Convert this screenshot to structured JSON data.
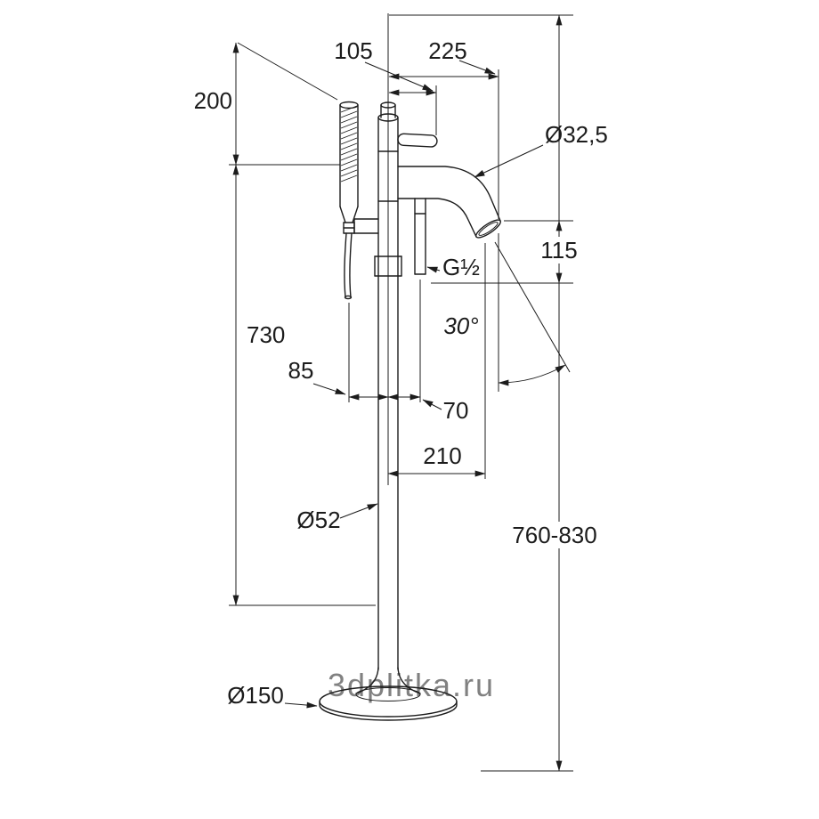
{
  "page": {
    "background": "#ffffff"
  },
  "colors": {
    "line": "#1c1c1c",
    "watermark": "#a0a0a0"
  },
  "drawing": {
    "subject": "freestanding bathtub mixer with hand shower - dimensional drawing"
  },
  "watermark": {
    "text": "3dplitka.ru"
  },
  "labels": {
    "d105": "105",
    "d225": "225",
    "d200": "200",
    "d730": "730",
    "d115": "115",
    "d760_830": "760-830",
    "d85": "85",
    "d70": "70",
    "d210": "210",
    "dia32_5": "Ø32,5",
    "dia52": "Ø52",
    "dia150": "Ø150",
    "thread": "G½",
    "angle": "30°"
  }
}
